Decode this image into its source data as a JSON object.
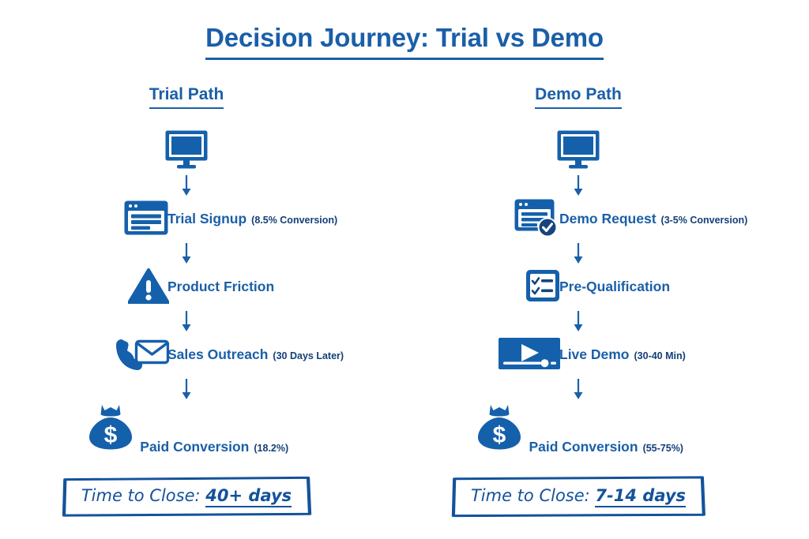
{
  "page": {
    "title": "Decision Journey: Trial vs Demo",
    "background_color": "#ffffff",
    "accent_color": "#1a5fa8",
    "accent_dark_color": "#143f78"
  },
  "columns": [
    {
      "id": "trial",
      "heading": "Trial Path",
      "top_icon": "monitor-icon",
      "steps": [
        {
          "icon": "browser-form-icon",
          "label": "Trial Signup",
          "note": "(8.5% Conversion)"
        },
        {
          "icon": "warning-triangle-icon",
          "label": "Product Friction",
          "note": ""
        },
        {
          "icon": "phone-envelope-icon",
          "label": "Sales Outreach",
          "note": "(30 Days Later)"
        }
      ],
      "outcome": {
        "icon": "money-bag-icon",
        "label": "Paid Conversion",
        "note": "(18.2%)"
      },
      "footer": {
        "prefix": "Time to Close:",
        "value": "40+ days"
      }
    },
    {
      "id": "demo",
      "heading": "Demo Path",
      "top_icon": "monitor-icon",
      "steps": [
        {
          "icon": "browser-check-icon",
          "label": "Demo Request",
          "note": "(3-5% Conversion)"
        },
        {
          "icon": "checklist-icon",
          "label": "Pre-Qualification",
          "note": ""
        },
        {
          "icon": "video-player-icon",
          "label": "Live Demo",
          "note": "(30-40 Min)"
        }
      ],
      "outcome": {
        "icon": "money-bag-icon",
        "label": "Paid Conversion",
        "note": "(55-75%)"
      },
      "footer": {
        "prefix": "Time to Close:",
        "value": "7-14 days"
      }
    }
  ]
}
